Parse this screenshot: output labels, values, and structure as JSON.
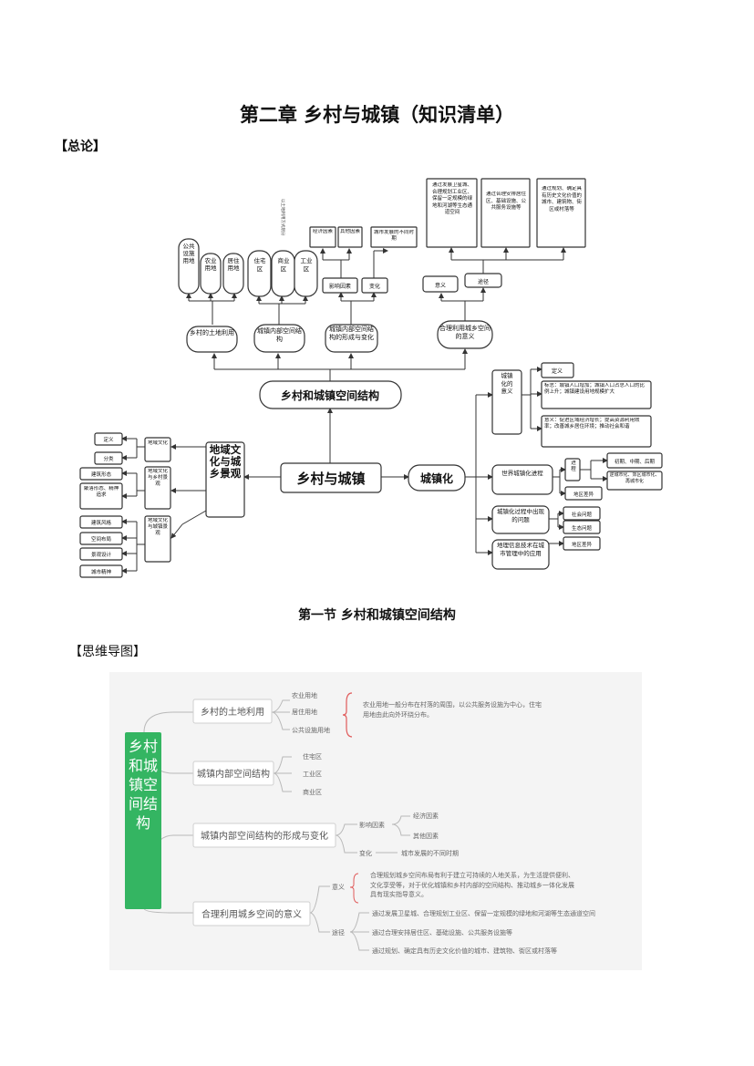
{
  "title": "第二章  乡村与城镇（知识清单）",
  "section_overview": "【总论】",
  "overview": {
    "center": "乡村与城镇",
    "top": "乡村和城镇空间结构",
    "n_land": "乡村的土地利用",
    "n_urban": "城镇内部空间结构",
    "n_form": "城镇内部空间结构的形成与变化",
    "n_mean": "合理利用城乡空间的意义",
    "land_leaves": [
      "公共设施用地",
      "农业用地",
      "居住用地"
    ],
    "urban_leaves": [
      "住宅区",
      "商业区",
      "工业区"
    ],
    "tiny_note": "以土地利用方式划分",
    "f_influence": "影响因素",
    "f_change": "变化",
    "f_inf_leaves": [
      "经济因素",
      "其他因素"
    ],
    "f_change_leaf": "城市发展的不同时期",
    "m_meaning": "意义",
    "m_way": "途径",
    "m_way_leaves": [
      "通过发展卫星城、合理规划工业区、保留一定规模的绿地和河湖等生态通道空间",
      "通过合理安排居住区、基础设施、公共服务设施等",
      "通过规划、确定具有历史文化价值的城市、建筑物、街区或村落等"
    ],
    "urbanization": "城镇化",
    "u_meaning": "城镇化的意义",
    "u_leaves": [
      "定义",
      "标志：城镇人口增加；城镇人口占总人口的比例上升；城镇建设用地规模扩大",
      "意义：促进区域经济增长；提高资源利用效率；改善城乡居住环境；推动社会和谐"
    ],
    "u_world": "世界城镇化进程",
    "u_process": "进程",
    "u_process_leaves": [
      "初期、中期、后期",
      "逆城市化、郊区城市化、再城市化"
    ],
    "u_diff1": "地区差异",
    "u_problems": "城镇化过程中出现的问题",
    "u_prob_leaves": [
      "社会问题",
      "生态问题"
    ],
    "u_gis": "地理信息技术在城市管理中的应用",
    "u_diff2": "地区差异",
    "culture": "地域文化与城乡景观",
    "c_culture": "地域文化",
    "c_village": "地域文化与乡村景观",
    "c_city": "地域文化与城镇景观",
    "c_culture_leaves": [
      "定义",
      "分类"
    ],
    "c_village_leaves": [
      "建筑形态",
      "聚落形态、精神追求"
    ],
    "c_city_leaves": [
      "建筑风格",
      "空间布局",
      "景观设计",
      "城市精神"
    ]
  },
  "section1_title": "第一节  乡村和城镇空间结构",
  "mindmap_label": "【思维导图】",
  "mindmap": {
    "root": "乡村和城镇空间结构",
    "b1": "乡村的土地利用",
    "b1_leaves": [
      "农业用地",
      "居住用地",
      "公共设施用地"
    ],
    "b1_note": "农业用地一般分布在村落的周围，以公共服务设施为中心，住宅用地由此向外环绕分布。",
    "b2": "城镇内部空间结构",
    "b2_leaves": [
      "住宅区",
      "工业区",
      "商业区"
    ],
    "b3": "城镇内部空间结构的形成与变化",
    "b3_inf": "影响因素",
    "b3_inf_leaves": [
      "经济因素",
      "其他因素"
    ],
    "b3_change": "变化",
    "b3_change_leaf": "城市发展的不同时期",
    "b4": "合理利用城乡空间的意义",
    "b4_meaning": "意义",
    "b4_meaning_text": "合理规划城乡空间布局有利于建立可持续的人地关系，为生活提供便利、文化享受等，对于优化城镇和乡村内部的空间结构、推动城乡一体化发展具有现实指导意义。",
    "b4_way": "途径",
    "b4_way_leaves": [
      "通过发展卫星城、合理规划工业区、保留一定规模的绿地和河湖等生态通道空间",
      "通过合理安排居住区、基础设施、公共服务设施等",
      "通过规划、确定具有历史文化价值的城市、建筑物、街区或村落等"
    ]
  },
  "colors": {
    "mm_green": "#34b562",
    "mm_line": "#b9b9b9",
    "mm_red": "#e05a5a"
  }
}
